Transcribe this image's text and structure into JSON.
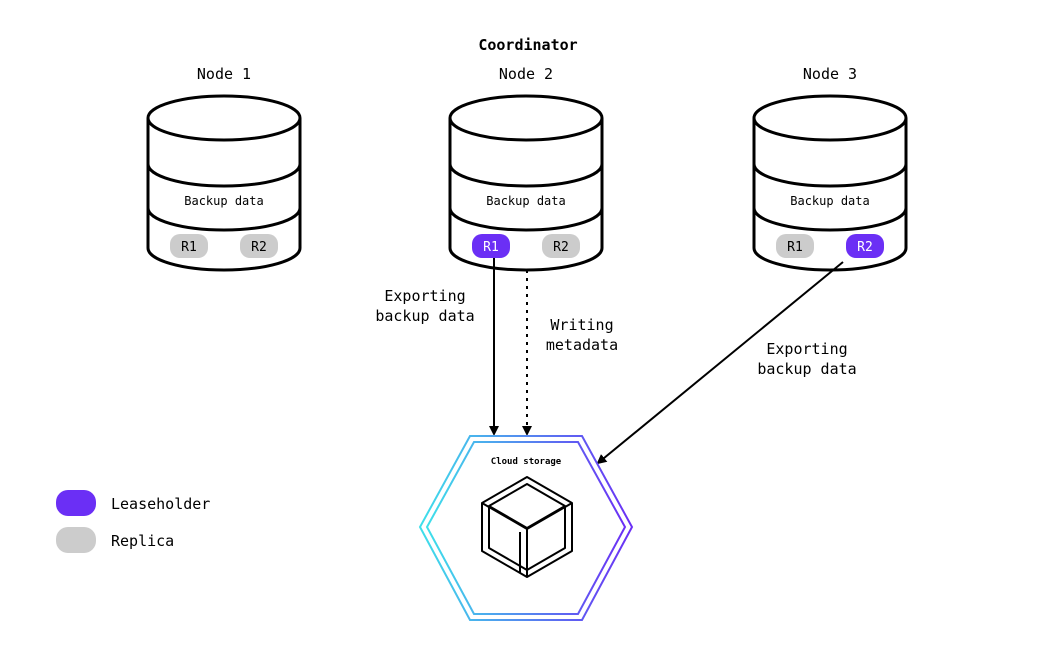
{
  "title": "Coordinator",
  "nodes": [
    {
      "label": "Node 1",
      "disk_label": "Backup data",
      "ranges": [
        {
          "label": "R1",
          "role": "replica"
        },
        {
          "label": "R2",
          "role": "replica"
        }
      ]
    },
    {
      "label": "Node 2",
      "disk_label": "Backup data",
      "ranges": [
        {
          "label": "R1",
          "role": "leaseholder"
        },
        {
          "label": "R2",
          "role": "replica"
        }
      ]
    },
    {
      "label": "Node 3",
      "disk_label": "Backup data",
      "ranges": [
        {
          "label": "R1",
          "role": "replica"
        },
        {
          "label": "R2",
          "role": "leaseholder"
        }
      ]
    }
  ],
  "edges": [
    {
      "label_lines": [
        "Exporting",
        "backup data"
      ],
      "style": "solid"
    },
    {
      "label_lines": [
        "Writing",
        "metadata"
      ],
      "style": "dotted"
    },
    {
      "label_lines": [
        "Exporting",
        "backup data"
      ],
      "style": "solid"
    }
  ],
  "cloud": {
    "label": "Cloud storage",
    "icon": "cube-icon"
  },
  "legend": [
    {
      "label": "Leaseholder",
      "color": "#6b2ff5"
    },
    {
      "label": "Replica",
      "color": "#cccccc"
    }
  ],
  "colors": {
    "leaseholder": "#6b2ff5",
    "replica": "#cccccc",
    "hex_gradient_start": "#3ee0ea",
    "hex_gradient_end": "#6b2ff5"
  }
}
